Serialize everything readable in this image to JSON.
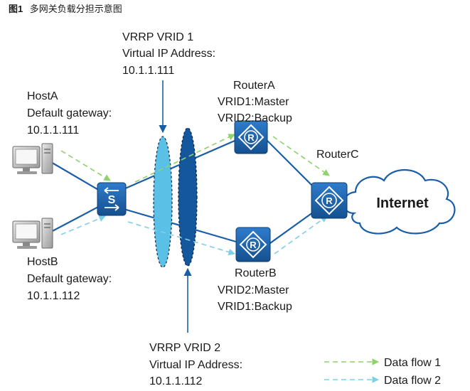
{
  "caption": {
    "number": "图1",
    "text": "多网关负载分担示意图"
  },
  "vrrp_vrid1": {
    "line1": "VRRP VRID 1",
    "line2": "Virtual IP Address:",
    "line3": "10.1.1.111"
  },
  "vrrp_vrid2": {
    "line1": "VRRP VRID 2",
    "line2": "Virtual IP Address:",
    "line3": "10.1.1.112"
  },
  "host_a": {
    "name": "HostA",
    "gateway_label": "Default gateway:",
    "gateway": "10.1.1.111"
  },
  "host_b": {
    "name": "HostB",
    "gateway_label": "Default gateway:",
    "gateway": "10.1.1.112"
  },
  "router_a": {
    "name": "RouterA",
    "role1": "VRID1:Master",
    "role2": "VRID2:Backup"
  },
  "router_b": {
    "name": "RouterB",
    "role1": "VRID2:Master",
    "role2": "VRID1:Backup"
  },
  "router_c": {
    "name": "RouterC"
  },
  "switch": {
    "label": "S"
  },
  "router_icon_letter": "R",
  "cloud": {
    "label": "Internet"
  },
  "legend": [
    {
      "label": "Data flow 1",
      "color": "#8fd16a"
    },
    {
      "label": "Data flow 2",
      "color": "#7fcfe8"
    }
  ],
  "colors": {
    "link": "#1a5ea8",
    "device": "#1a5ea8",
    "vrid1_ellipse": "#5bc0e6",
    "vrid2_ellipse": "#15579c",
    "flow1": "#8fd16a",
    "flow2": "#7fcfe8"
  },
  "icons": [
    "pc-icon",
    "switch-icon",
    "router-icon",
    "cloud-icon"
  ]
}
